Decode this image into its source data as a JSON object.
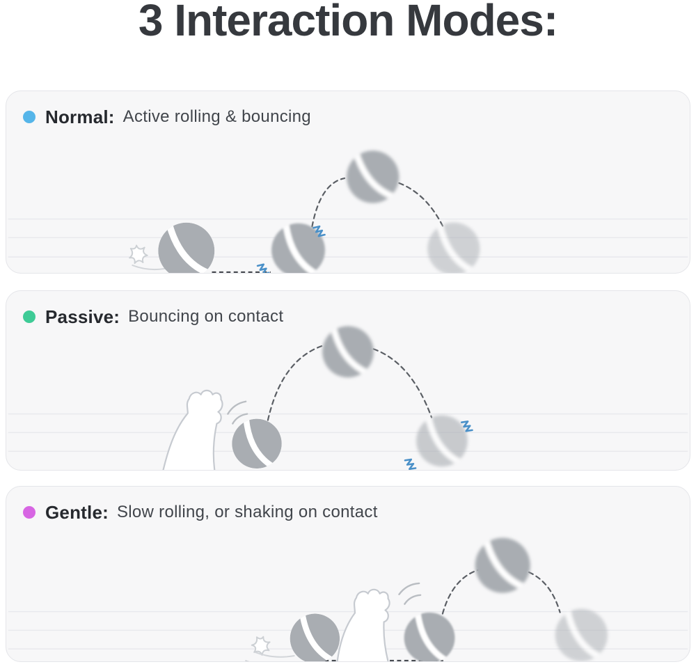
{
  "page": {
    "title": "3 Interaction Modes:"
  },
  "panels": [
    {
      "id": "normal",
      "label": "Normal:",
      "description": "Active rolling & bouncing",
      "dot_color": "#55b5e9"
    },
    {
      "id": "passive",
      "label": "Passive:",
      "description": "Bouncing on contact",
      "dot_color": "#3ecb96"
    },
    {
      "id": "gentle",
      "label": "Gentle:",
      "description": "Slow rolling, or shaking on contact",
      "dot_color": "#d766e3"
    }
  ],
  "colors": {
    "ball_gray": "#a9adb2",
    "vibration_blue": "#4a90c8",
    "title_text": "#36393e"
  },
  "icons": {
    "mode-dot": "filled circle",
    "ball-icon": "gray ball with white diagonal stripe",
    "cat-paw-icon": "white cat paw outline",
    "impact-spark-icon": "four-point spark star",
    "vibration-squiggle-icon": "small blue zigzag",
    "trajectory-arc": "dashed bounce arc",
    "trajectory-line": "dashed rolling line",
    "motion-swoosh": "curved motion trail lines",
    "floor-line": "horizontal guide line"
  }
}
